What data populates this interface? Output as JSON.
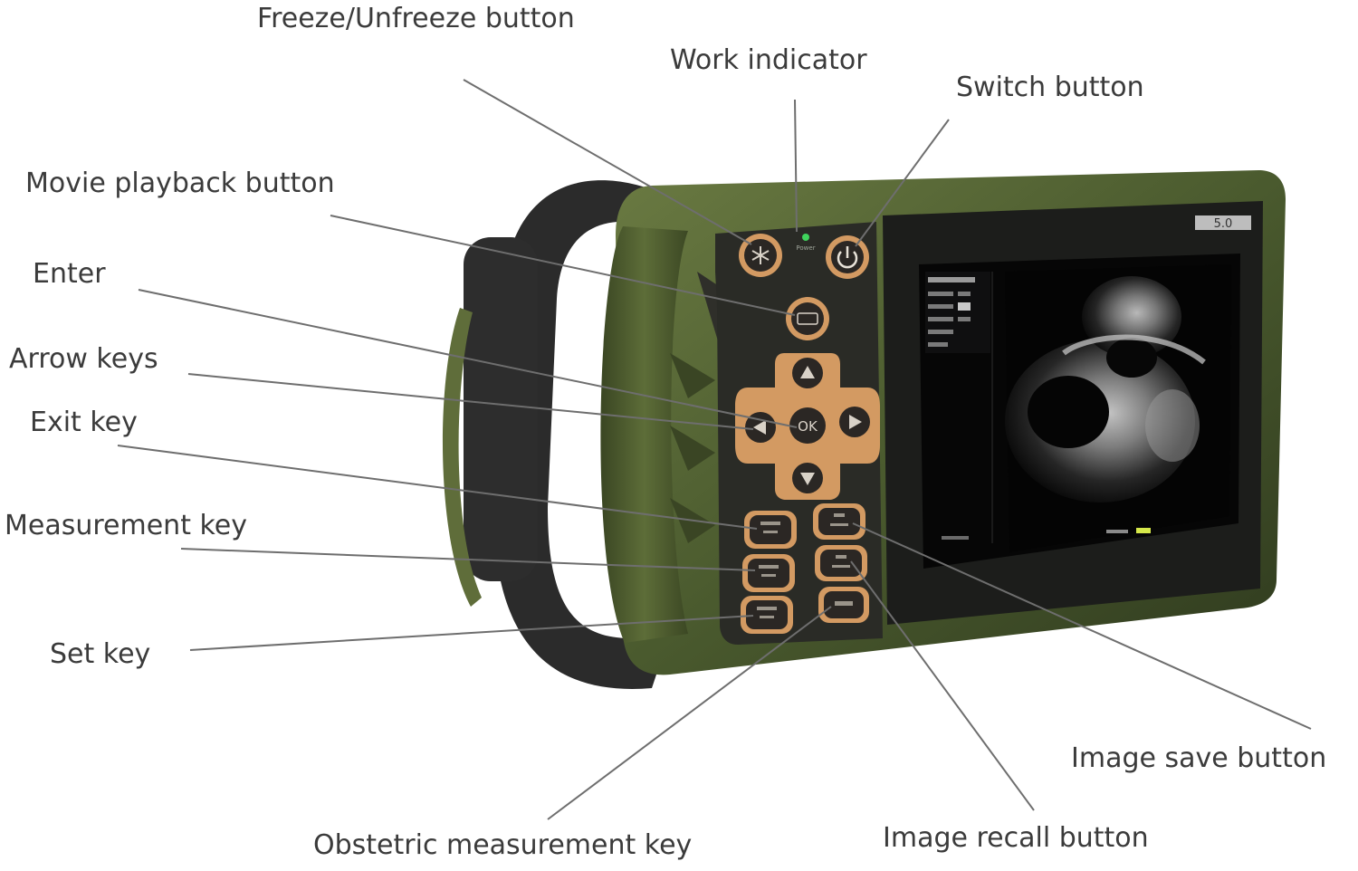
{
  "labels": {
    "freeze": "Freeze/Unfreeze button",
    "work_indicator": "Work indicator",
    "switch": "Switch button",
    "movie": "Movie playback button",
    "enter": "Enter",
    "arrow": "Arrow keys",
    "exit": "Exit key",
    "measurement": "Measurement key",
    "set": "Set key",
    "obstetric": "Obstetric measurement key",
    "recall": "Image recall button",
    "save": "Image save button"
  },
  "device": {
    "ok_key": "OK",
    "badge": "5.0",
    "power_text": "Power"
  },
  "colors": {
    "body_green": "#4b5a2f",
    "body_dark": "#2b2d26",
    "key_ring": "#d39a62",
    "screen": "#0b0b0c",
    "strap": "#2a2a2a"
  },
  "icons": [
    "snowflake-icon",
    "power-icon",
    "triangle-up-icon",
    "triangle-down-icon",
    "triangle-left-icon",
    "triangle-right-icon"
  ]
}
